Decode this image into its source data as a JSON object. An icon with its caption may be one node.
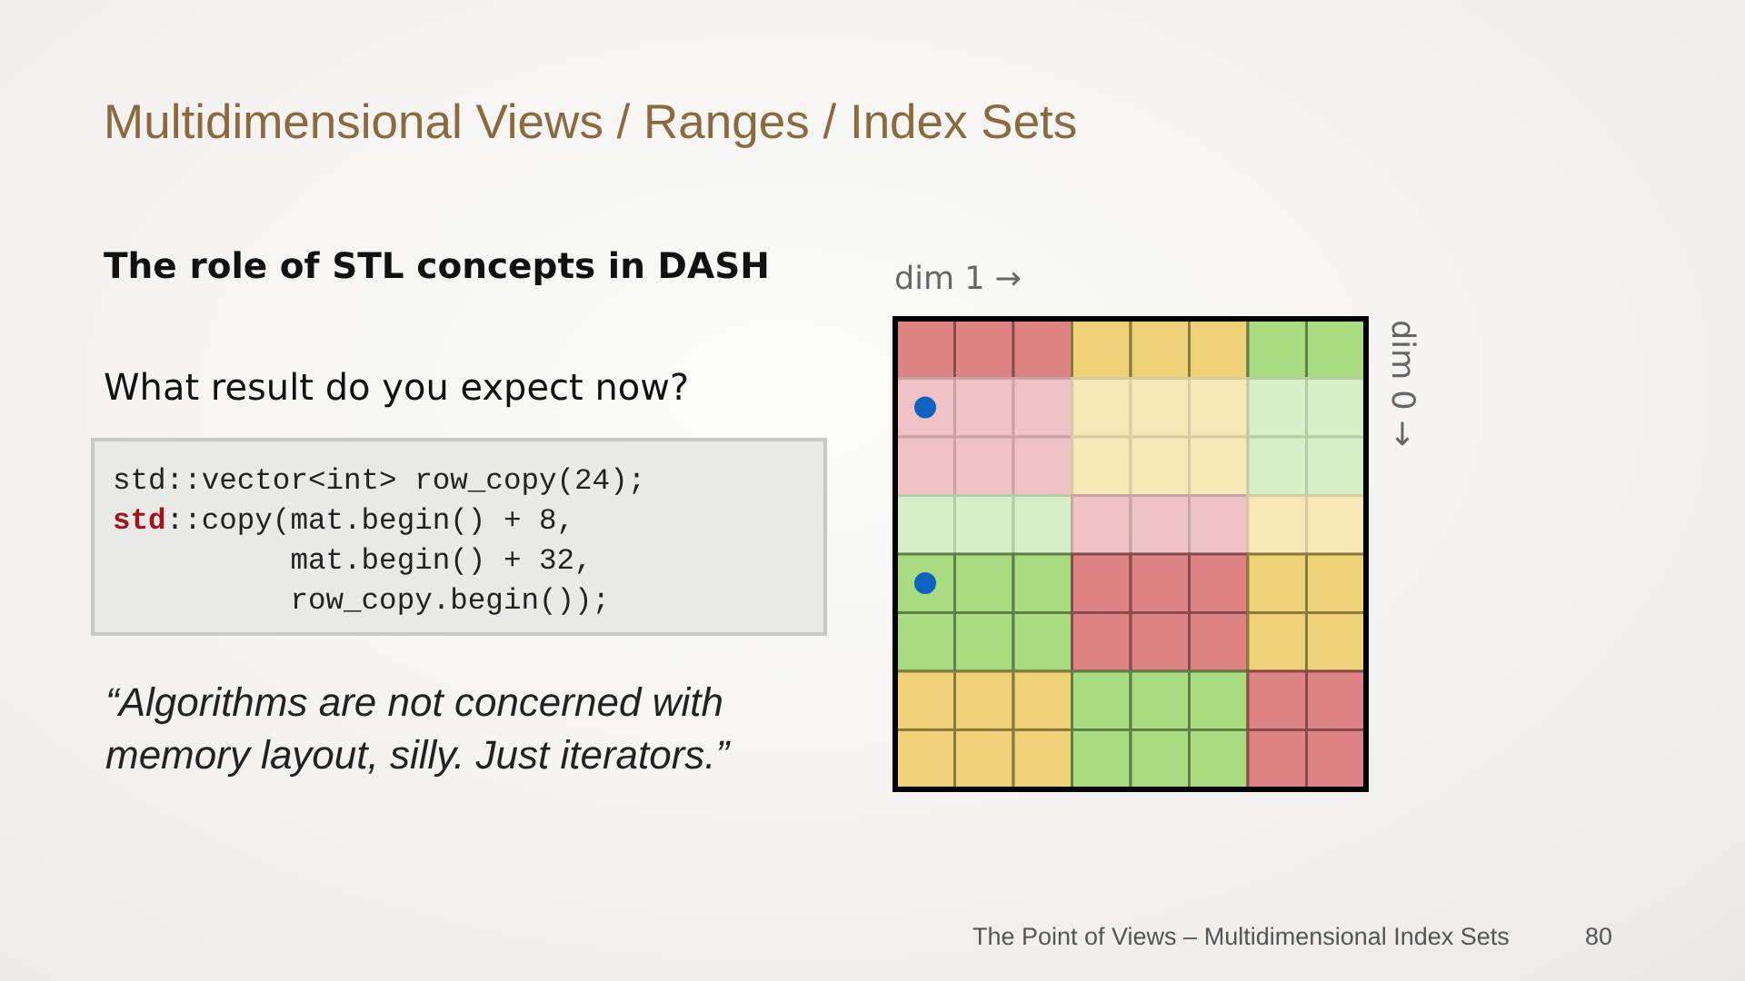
{
  "diagram": {
    "title": "Multidimensional Views / Ranges / Index Sets",
    "nodes": [
      {
        "text": [
          "std::vector<int> row_copy(24);",
          "**std**::copy(mat.begin() + 8,",
          "mat.begin() + 32,",
          "row_copy.begin());"
        ]
      }
    ],
    "labels": [
      "The role of STL concepts in DASH",
      "dim 1 →",
      "dim 0 →",
      "What result do you expect now?",
      "“Algorithms are not concerned with memory layout, silly. Just iterators.”",
      "The Point of Views – Multidimensional Index Sets",
      "80"
    ]
  }
}
